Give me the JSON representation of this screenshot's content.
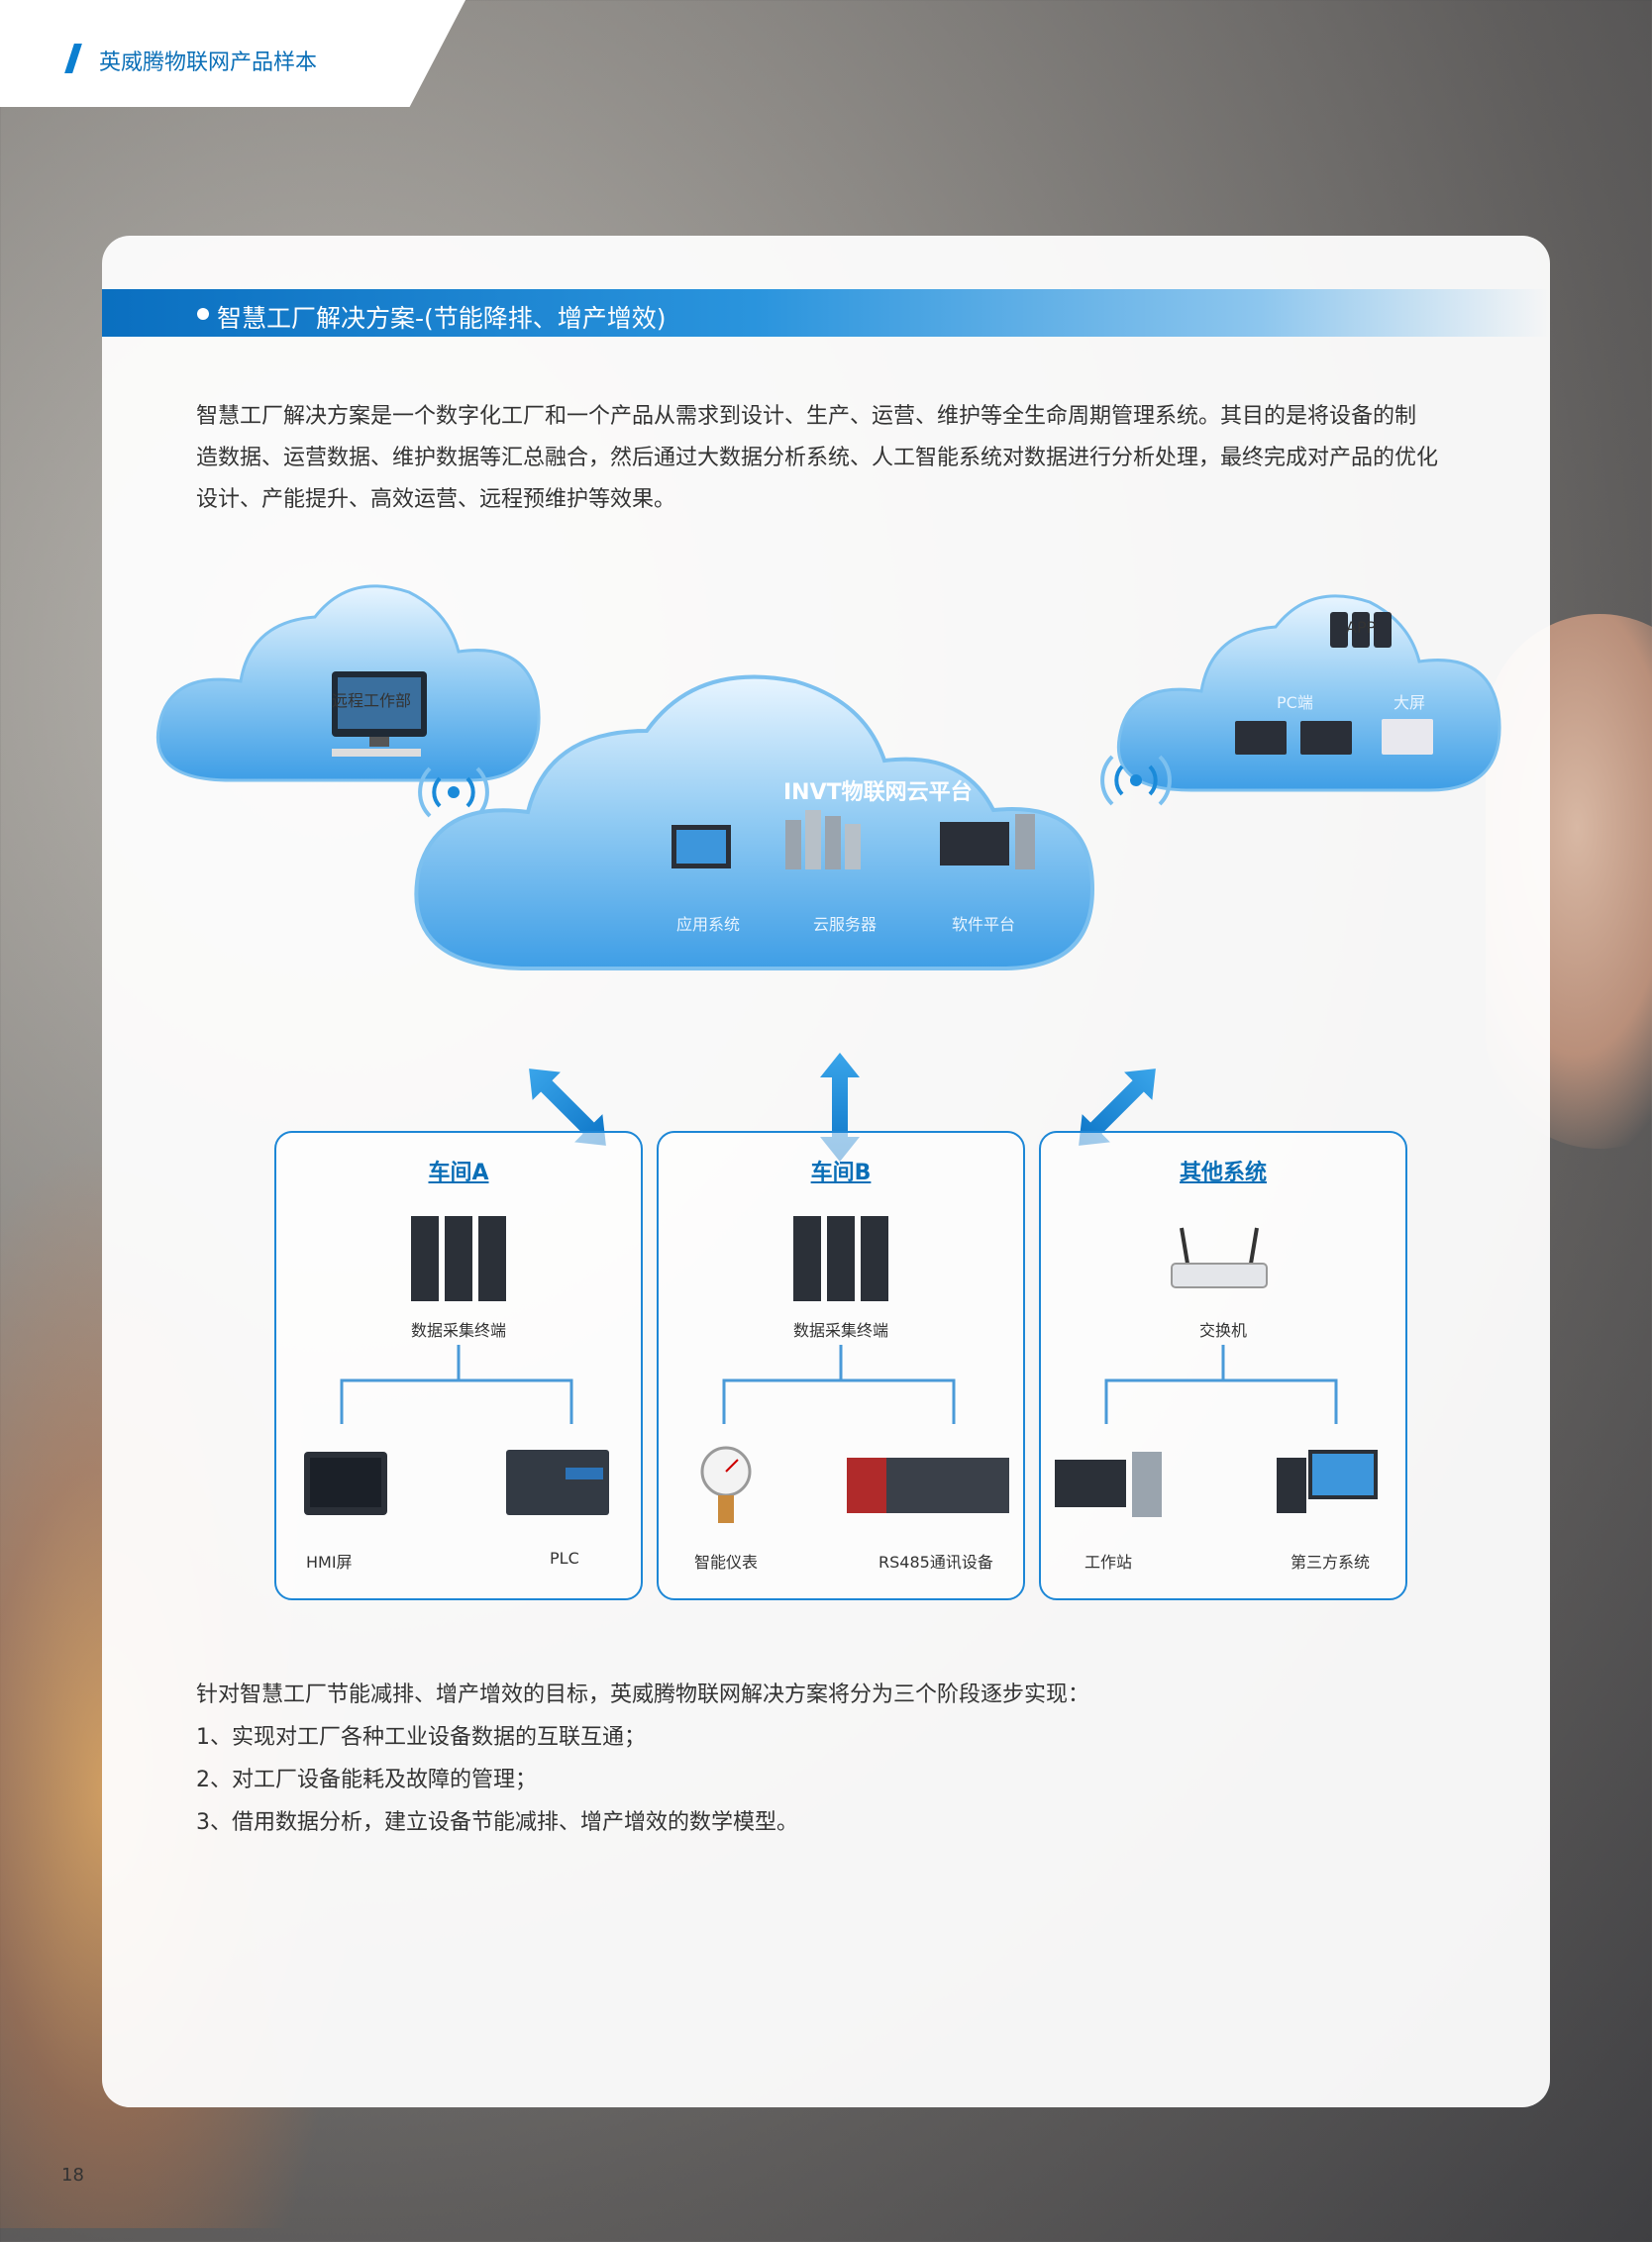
{
  "header": {
    "title": "英威腾物联网产品样本"
  },
  "section": {
    "title": "智慧工厂解决方案-(节能降排、增产增效)"
  },
  "intro": {
    "lines": [
      "智慧工厂解决方案是一个数字化工厂和一个产品从需求到设计、生产、运营、维护等全生命周期管理系统。其目的是将设备的制",
      "造数据、运营数据、维护数据等汇总融合，然后通过大数据分析系统、人工智能系统对数据进行分析处理，最终完成对产品的优化",
      "设计、产能提升、高效运营、远程预维护等效果。"
    ]
  },
  "diagram": {
    "remote_cloud": {
      "label": "远程工作部"
    },
    "client_cloud": {
      "app": "APP",
      "pc": "PC端",
      "screen": "大屏"
    },
    "platform_cloud": {
      "title": "INVT物联网云平台",
      "items": [
        "应用系统",
        "云服务器",
        "软件平台"
      ]
    },
    "workshops": [
      {
        "title": "车间A",
        "terminal": "数据采集终端",
        "left": "HMI屏",
        "right": "PLC"
      },
      {
        "title": "车间B",
        "terminal": "数据采集终端",
        "left": "智能仪表",
        "right": "RS485通讯设备"
      },
      {
        "title": "其他系统",
        "terminal": "交换机",
        "left": "工作站",
        "right": "第三方系统"
      }
    ],
    "colors": {
      "accent": "#1d87d6",
      "cloud": "#5fb2ec",
      "arrow": "#1a8ad9"
    }
  },
  "outro": {
    "lines": [
      "针对智慧工厂节能减排、增产增效的目标，英威腾物联网解决方案将分为三个阶段逐步实现：",
      "1、实现对工厂各种工业设备数据的互联互通；",
      "2、对工厂设备能耗及故障的管理；",
      "3、借用数据分析，建立设备节能减排、增产增效的数学模型。"
    ]
  },
  "page": {
    "number": "18"
  }
}
